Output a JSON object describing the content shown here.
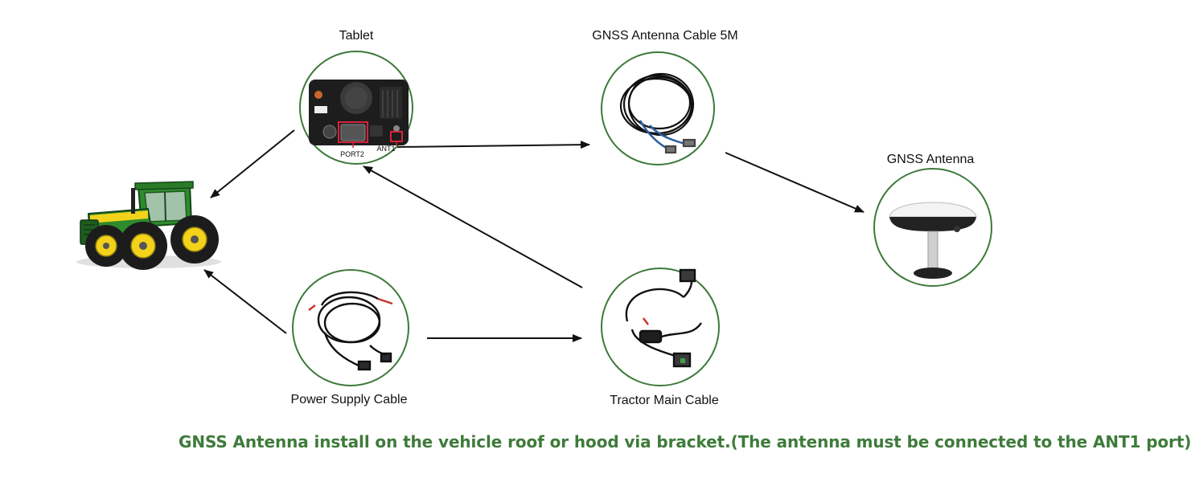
{
  "nodes": {
    "tablet": {
      "label": "Tablet"
    },
    "gnss_cable": {
      "label": "GNSS Antenna Cable 5M"
    },
    "gnss_antenna": {
      "label": "GNSS Antenna"
    },
    "power_cable": {
      "label": "Power Supply Cable"
    },
    "main_cable": {
      "label": "Tractor Main Cable"
    }
  },
  "ports": {
    "port2": "PORT2",
    "ant1": "ANT1"
  },
  "caption": "GNSS Antenna install on the vehicle roof or hood via bracket.(The antenna must be connected to the ANT1 port)",
  "colors": {
    "circle_stroke": "#3d7a3a",
    "caption": "#3e7b3a",
    "tractor_green": "#2f8a2c",
    "tractor_yellow": "#f2d21a",
    "port_highlight": "#d6233a"
  }
}
